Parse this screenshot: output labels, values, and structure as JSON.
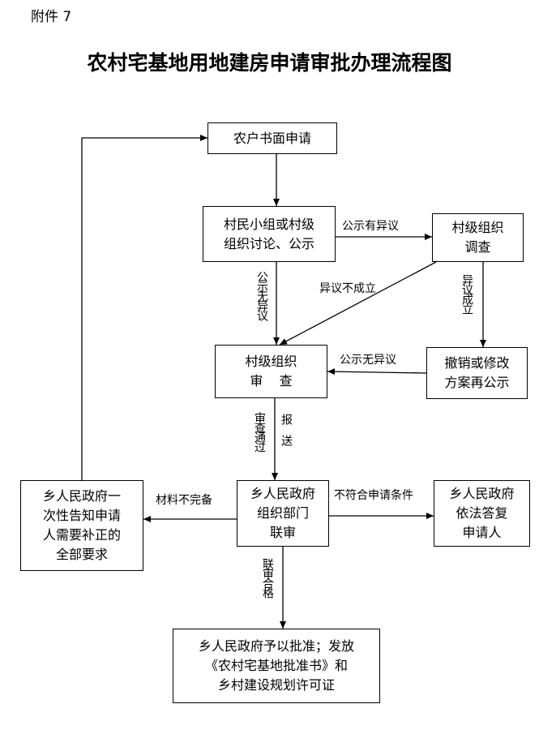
{
  "header": {
    "attachment": "附件 7",
    "title": "农村宅基地用地建房申请审批办理流程图"
  },
  "boxes": {
    "apply": [
      "农户书面申请"
    ],
    "discuss": [
      "村民小组或村级",
      "组织讨论、公示"
    ],
    "investigate": [
      "村级组织",
      "调查"
    ],
    "review": [
      "村级组织",
      "审    查"
    ],
    "revise": [
      "撤销或修改",
      "方案再公示"
    ],
    "joint": [
      "乡人民政府",
      "组织部门",
      "联审"
    ],
    "notify": [
      "乡人民政府一",
      "次性告知申请",
      "人需要补正的",
      "全部要求"
    ],
    "reply": [
      "乡人民政府",
      "依法答复",
      "申请人"
    ],
    "approve": [
      "乡人民政府予以批准；发放",
      "《农村宅基地批准书》和",
      "乡村建设规划许可证"
    ]
  },
  "labels": {
    "objection": "公示有异议",
    "no_objection_v": "公示无异议",
    "objection_invalid": "异议不成立",
    "objection_valid": "异议成立",
    "no_objection_h": "公示无异议",
    "review_passed": "审查通过",
    "report": "报送",
    "incomplete": "材料不完备",
    "not_eligible": "不符合申请条件",
    "joint_passed": "联审合格"
  }
}
